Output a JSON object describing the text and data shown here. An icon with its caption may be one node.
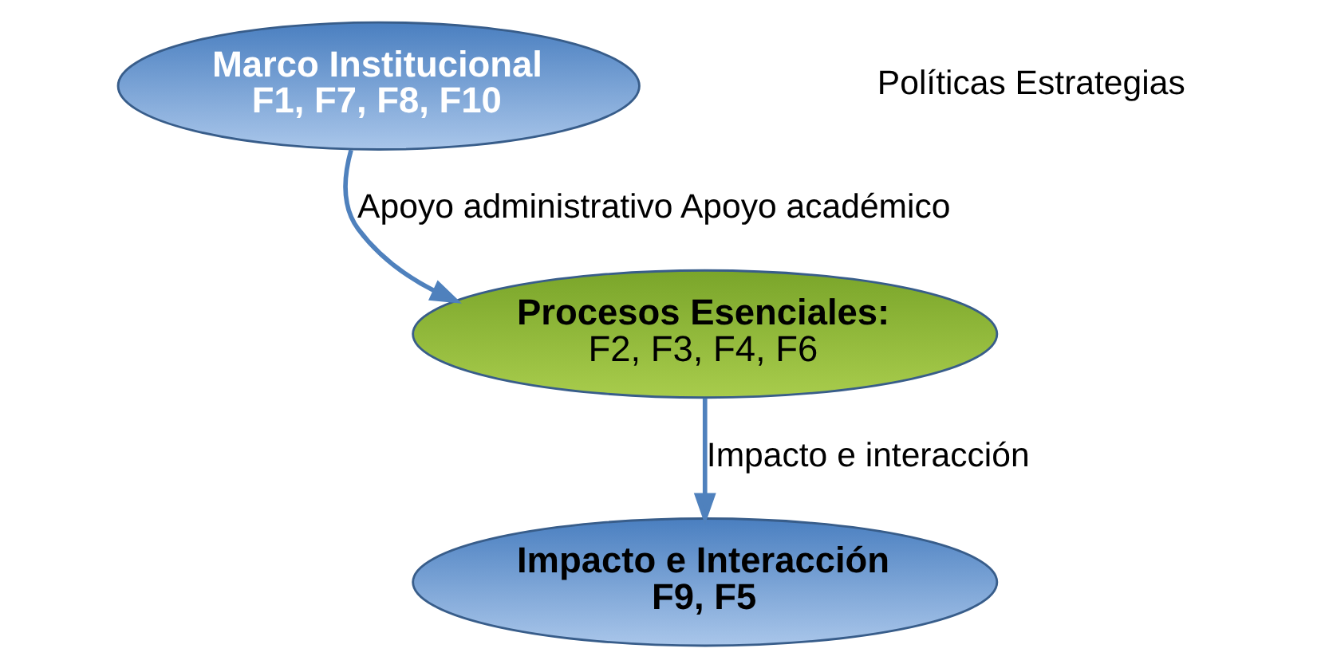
{
  "diagram": {
    "nodes": [
      {
        "text": [
          "Marco Institucional",
          "F1, F7, F8, F10"
        ]
      },
      {
        "text": [
          "Procesos Esenciales:",
          "F2, F3, F4, F6"
        ]
      },
      {
        "text": [
          "Impacto e Interacción",
          "F9, F5"
        ]
      }
    ],
    "edges": [
      {
        "from": 0,
        "to": 1,
        "arrow": "to",
        "label": "Apoyo administrativo Apoyo académico"
      },
      {
        "from": 1,
        "to": 2,
        "arrow": "to",
        "label": "Impacto e interacción"
      }
    ],
    "labels": [
      "Políticas Estrategias"
    ]
  }
}
